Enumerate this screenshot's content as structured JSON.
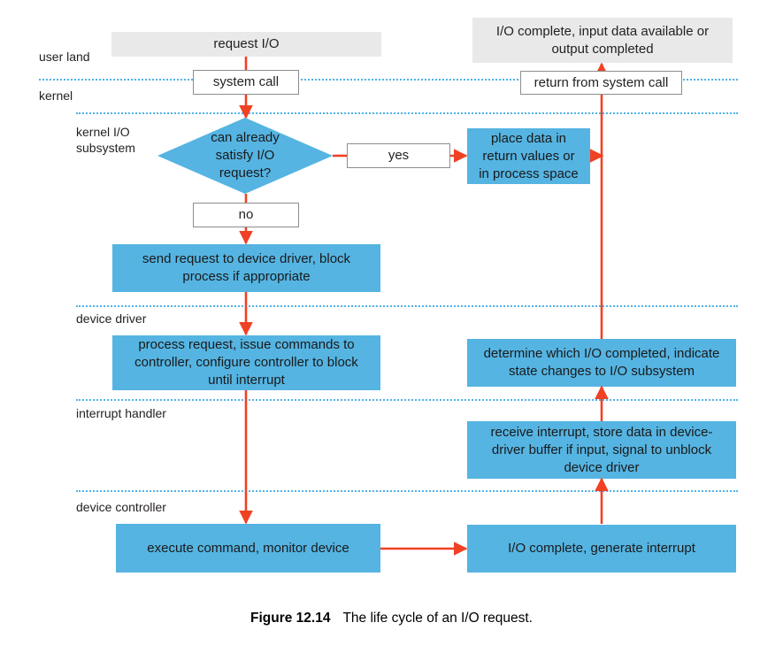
{
  "figure": {
    "caption_label": "Figure 12.14",
    "caption_text": "The life cycle of an I/O request."
  },
  "colors": {
    "blue_fill": "#55b4e2",
    "gray_fill": "#e9e9e9",
    "arrow_red": "#f04124",
    "dotted_blue": "#4fb3e8",
    "box_border": "#8d8d8d"
  },
  "bands": [
    {
      "id": "user-land",
      "label": "user land"
    },
    {
      "id": "kernel",
      "label": "kernel"
    },
    {
      "id": "kernel-io-subsystem",
      "label": "kernel I/O\nsubsystem"
    },
    {
      "id": "device-driver",
      "label": "device driver"
    },
    {
      "id": "interrupt-handler",
      "label": "interrupt handler"
    },
    {
      "id": "device-controller",
      "label": "device controller"
    }
  ],
  "nodes": {
    "request_io": "request I/O",
    "system_call": "system call",
    "decision": "can already\nsatisfy I/O\nrequest?",
    "yes": "yes",
    "no": "no",
    "place_data": "place data in\nreturn values or\nin process space",
    "io_complete_user": "I/O complete, input data available or\noutput completed",
    "return_from_system_call": "return from system call",
    "send_request": "send request to device driver, block\nprocess if appropriate",
    "process_request": "process request, issue commands to\ncontroller, configure controller to block\nuntil interrupt",
    "determine_which": "determine which I/O completed, indicate\nstate changes to I/O subsystem",
    "receive_interrupt": "receive interrupt, store data in device-\ndriver buffer if input, signal to unblock\ndevice driver",
    "execute_command": "execute command, monitor device",
    "io_complete_interrupt": "I/O complete, generate interrupt"
  },
  "chart_data": {
    "type": "diagram",
    "title": "The life cycle of an I/O request.",
    "swimlanes": [
      "user land",
      "kernel",
      "kernel I/O subsystem",
      "device driver",
      "interrupt handler",
      "device controller"
    ],
    "flow": [
      {
        "from": "request I/O",
        "to": "system call"
      },
      {
        "from": "system call",
        "to": "can already satisfy I/O request?"
      },
      {
        "from": "can already satisfy I/O request?",
        "to": "yes",
        "label": "yes branch"
      },
      {
        "from": "can already satisfy I/O request?",
        "to": "no",
        "label": "no branch"
      },
      {
        "from": "yes",
        "to": "place data in return values or in process space"
      },
      {
        "from": "place data in return values or in process space",
        "to": "return from system call"
      },
      {
        "from": "return from system call",
        "to": "I/O complete, input data available or output completed"
      },
      {
        "from": "no",
        "to": "send request to device driver, block process if appropriate"
      },
      {
        "from": "send request to device driver, block process if appropriate",
        "to": "process request, issue commands to controller, configure controller to block until interrupt"
      },
      {
        "from": "process request, issue commands to controller, configure controller to block until interrupt",
        "to": "execute command, monitor device"
      },
      {
        "from": "execute command, monitor device",
        "to": "I/O complete, generate interrupt"
      },
      {
        "from": "I/O complete, generate interrupt",
        "to": "receive interrupt, store data in device-driver buffer if input, signal to unblock device driver"
      },
      {
        "from": "receive interrupt, store data in device-driver buffer if input, signal to unblock device driver",
        "to": "determine which I/O completed, indicate state changes to I/O subsystem"
      },
      {
        "from": "determine which I/O completed, indicate state changes to I/O subsystem",
        "to": "return from system call"
      }
    ]
  }
}
